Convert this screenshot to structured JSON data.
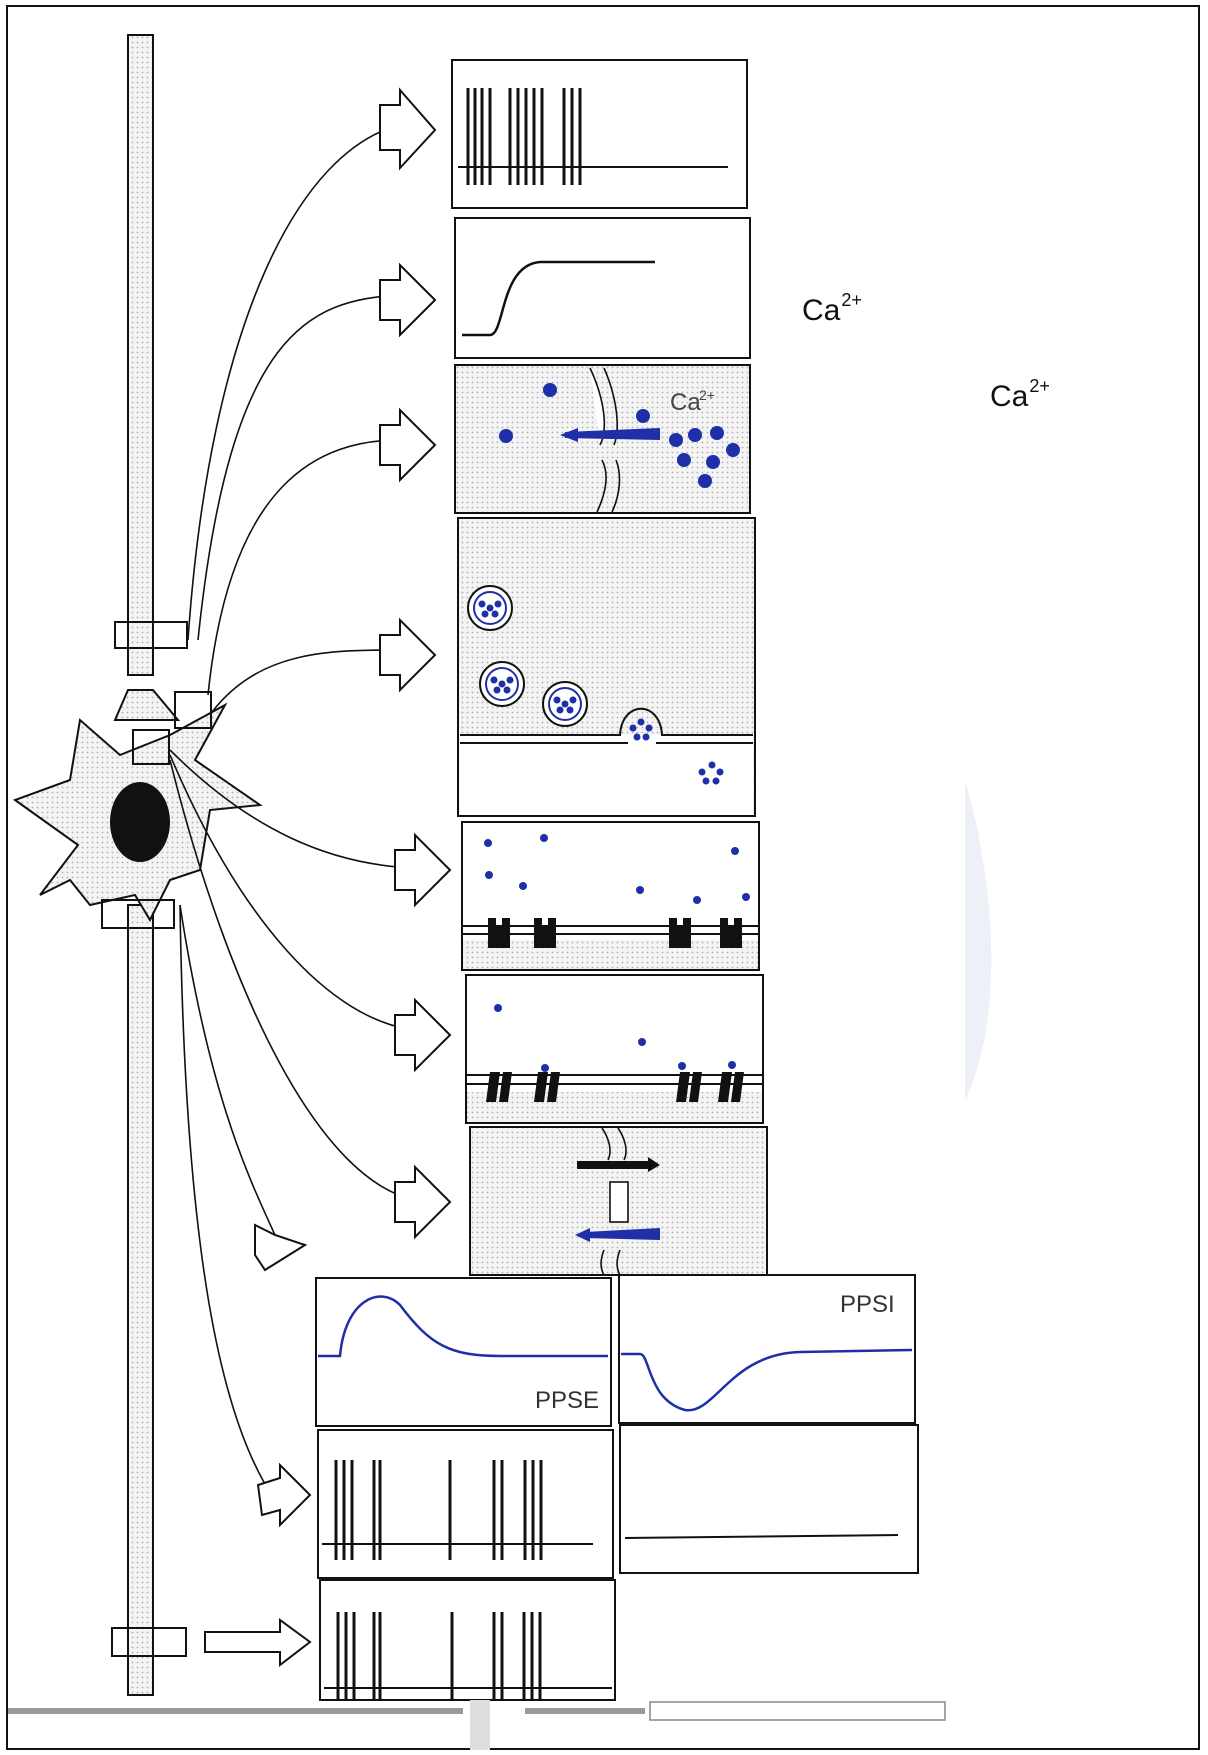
{
  "labels": {
    "ca_panel": "Ca",
    "ca_panel_sup": "2+",
    "ca_right1": "Ca",
    "ca_right1_sup": "2+",
    "ca_right2": "Ca",
    "ca_right2_sup": "2+",
    "ppse": "PPSE",
    "ppsi": "PPSI"
  },
  "colors": {
    "ink": "#111111",
    "ion": "#1f2fa8",
    "stipple": "#e6e6e6",
    "trace_blue": "#1f2fa8"
  },
  "icons": {
    "neuron": "neuron-soma-icon",
    "arrows": "hollow-arrow-icon"
  }
}
